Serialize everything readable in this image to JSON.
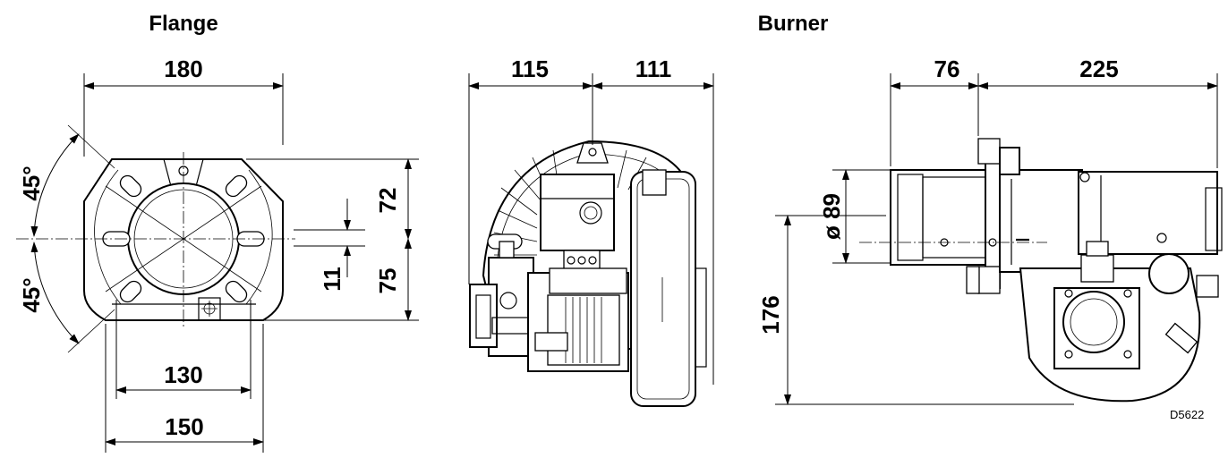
{
  "titles": {
    "flange": "Flange",
    "burner": "Burner"
  },
  "dimensions": {
    "flange_width": "180",
    "angle_upper": "45°",
    "angle_lower": "45°",
    "hole_spacing": "130",
    "base_width": "150",
    "offset": "11",
    "height_top": "72",
    "height_bottom": "75",
    "side_left": "115",
    "side_right": "111",
    "tube_length": "76",
    "body_length": "225",
    "tube_diameter": "ø 89",
    "axis_height": "176"
  },
  "drawing_code": "D5622"
}
